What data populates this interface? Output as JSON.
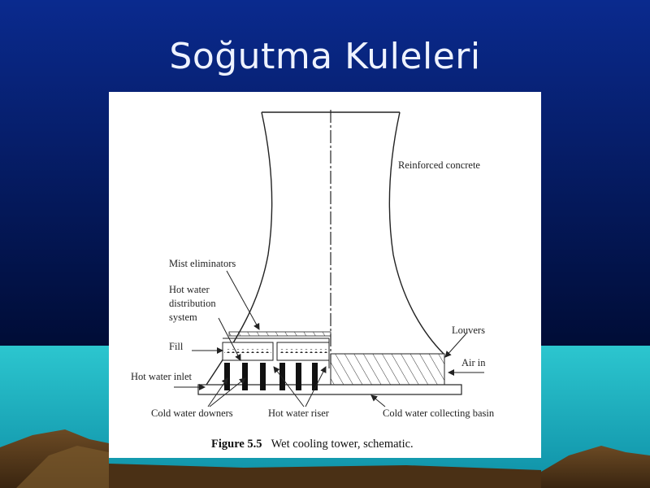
{
  "slide": {
    "title": "Soğutma Kuleleri"
  },
  "figure": {
    "labels": {
      "reinforced_concrete": "Reinforced concrete",
      "mist_eliminators": "Mist eliminators",
      "hot_water_distribution_line1": "Hot water",
      "hot_water_distribution_line2": "distribution",
      "hot_water_distribution_line3": "system",
      "fill": "Fill",
      "louvers": "Louvers",
      "air_in": "Air in",
      "hot_water_inlet": "Hot water inlet",
      "cold_water_downers": "Cold water downers",
      "hot_water_riser": "Hot water riser",
      "cold_water_collecting_basin": "Cold water collecting basin"
    },
    "caption": {
      "number": "Figure 5.5",
      "text": "Wet cooling tower, schematic."
    }
  },
  "colors": {
    "sky_top": "#0b2a8c",
    "sky_bottom": "#000f3a",
    "sea": "#1bb8c4",
    "land": "#5a3a1a"
  }
}
